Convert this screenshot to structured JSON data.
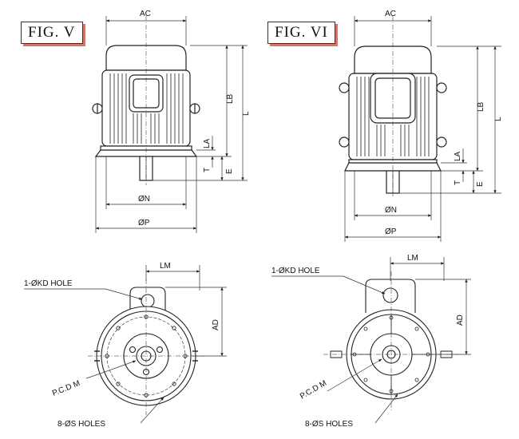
{
  "figures": [
    {
      "title": "FIG. V",
      "side_labels": {
        "ac": "AC",
        "lb": "LB",
        "l": "L",
        "la": "LA",
        "t": "T",
        "e": "E",
        "n": "ØN",
        "p": "ØP"
      },
      "front_labels": {
        "lm": "LM",
        "ad": "AD",
        "kd_hole": "1-ØKD HOLE",
        "pcd": "P.C.D M",
        "s_holes": "8-ØS HOLES"
      }
    },
    {
      "title": "FIG. VI",
      "side_labels": {
        "ac": "AC",
        "lb": "LB",
        "l": "L",
        "la": "LA",
        "t": "T",
        "e": "E",
        "n": "ØN",
        "p": "ØP"
      },
      "front_labels": {
        "lm": "LM",
        "ad": "AD",
        "kd_hole": "1-ØKD HOLE",
        "pcd": "P.C.D M",
        "s_holes": "8-ØS HOLES"
      }
    }
  ],
  "colors": {
    "line": "#222222",
    "dim": "#333333",
    "accent_shadow": "#e07060"
  }
}
